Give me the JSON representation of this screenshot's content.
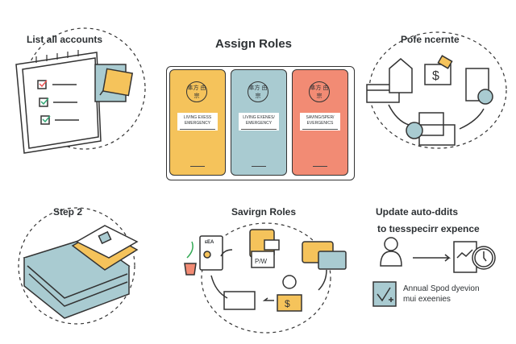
{
  "sections": {
    "list_accounts": {
      "title": "List all accounts"
    },
    "assign_roles": {
      "title": "Assign Roles",
      "cards": [
        {
          "seal": "隼方 由宗",
          "label": "LIVING EXESS EMERGENCY",
          "color": "#f5c35b"
        },
        {
          "seal": "隼方 由宗",
          "label": "LIVING EXENES/ EMERGENCY",
          "color": "#a9cbd1"
        },
        {
          "seal": "隼方 由宗",
          "label": "SAVING/SPER/ EVERGENICS",
          "color": "#f28b74"
        }
      ]
    },
    "pofe": {
      "title": "Pofe ncernte"
    },
    "step2": {
      "title": "Step 2"
    },
    "saving_roles": {
      "title": "Savirgn Roles",
      "doc_text": "ᴇEA",
      "note_text": "P/W"
    },
    "update": {
      "title_line1": "Update auto-ddits",
      "title_line2": "to tıesspecirr expence",
      "annual_line1": "Annual Spod dyevion",
      "annual_line2": "mui exeenies"
    }
  },
  "colors": {
    "yellow": "#f5c35b",
    "teal": "#a9cbd1",
    "coral": "#f28b74",
    "ink": "#2d3134"
  }
}
